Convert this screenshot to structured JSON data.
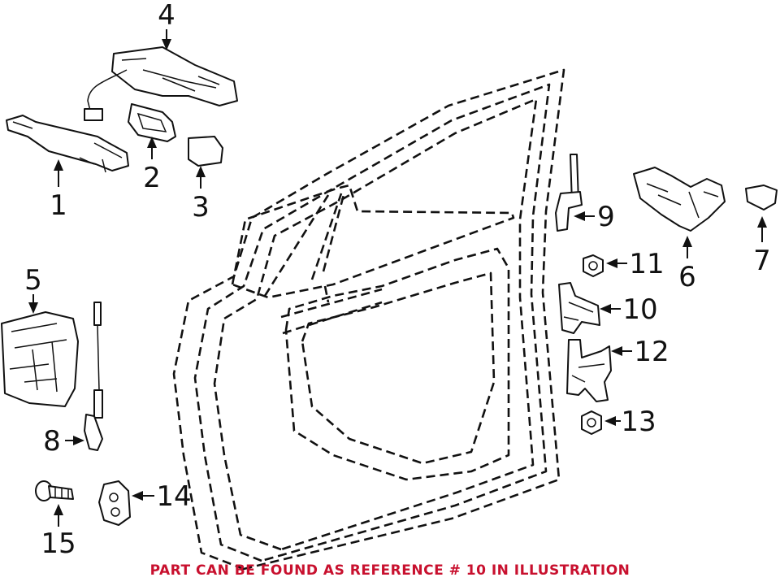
{
  "callouts": [
    {
      "id": "1",
      "label": "1"
    },
    {
      "id": "2",
      "label": "2"
    },
    {
      "id": "3",
      "label": "3"
    },
    {
      "id": "4",
      "label": "4"
    },
    {
      "id": "5",
      "label": "5"
    },
    {
      "id": "6",
      "label": "6"
    },
    {
      "id": "7",
      "label": "7"
    },
    {
      "id": "8",
      "label": "8"
    },
    {
      "id": "9",
      "label": "9"
    },
    {
      "id": "10",
      "label": "10"
    },
    {
      "id": "11",
      "label": "11"
    },
    {
      "id": "12",
      "label": "12"
    },
    {
      "id": "13",
      "label": "13"
    },
    {
      "id": "14",
      "label": "14"
    },
    {
      "id": "15",
      "label": "15"
    }
  ],
  "footer_note": "PART CAN BE FOUND AS REFERENCE # 10 IN ILLUSTRATION",
  "colors": {
    "line": "#111111",
    "note": "#c8102e",
    "background": "#ffffff"
  }
}
